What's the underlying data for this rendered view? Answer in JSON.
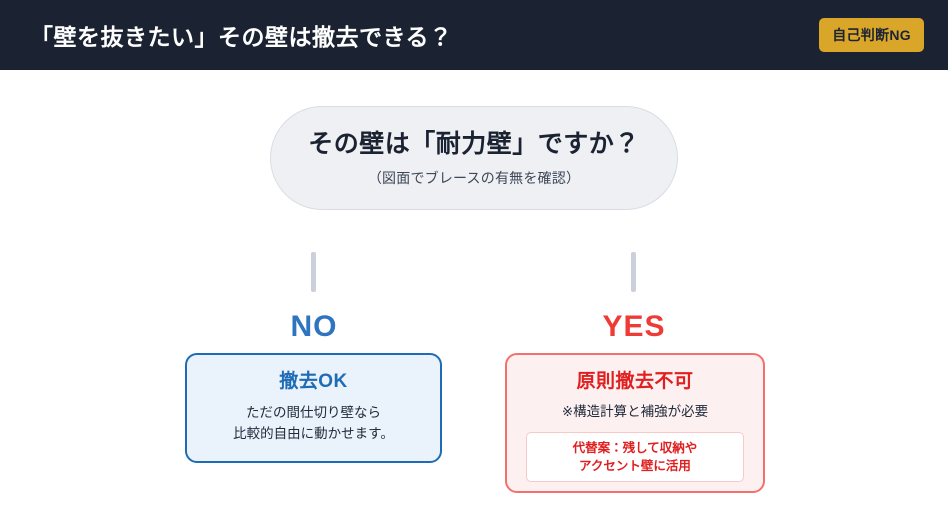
{
  "header": {
    "title": "「壁を抜きたい」その壁は撤去できる？",
    "badge_label": "自己判断NG",
    "background_color": "#1b2332",
    "badge_color": "#d9a62a"
  },
  "flow": {
    "question": {
      "title": "その壁は「耐力壁」ですか？",
      "subtitle": "（図面でブレースの有無を確認）",
      "background_color": "#eef0f3"
    },
    "branches": [
      {
        "label": "NO",
        "label_color": "#2f74c0",
        "card_title": "撤去OK",
        "card_body_line1": "ただの間仕切り壁なら",
        "card_body_line2": "比較的自由に動かせます。",
        "border_color": "#1d6cb5",
        "background_color": "#eaf2fb"
      },
      {
        "label": "YES",
        "label_color": "#ee3b35",
        "card_title": "原則撤去不可",
        "card_body_line1": "※構造計算と補強が必要",
        "alt_line1": "代替案：残して収納や",
        "alt_line2": "アクセント壁に活用",
        "border_color": "#f4706e",
        "background_color": "#fdf0f0"
      }
    ]
  }
}
